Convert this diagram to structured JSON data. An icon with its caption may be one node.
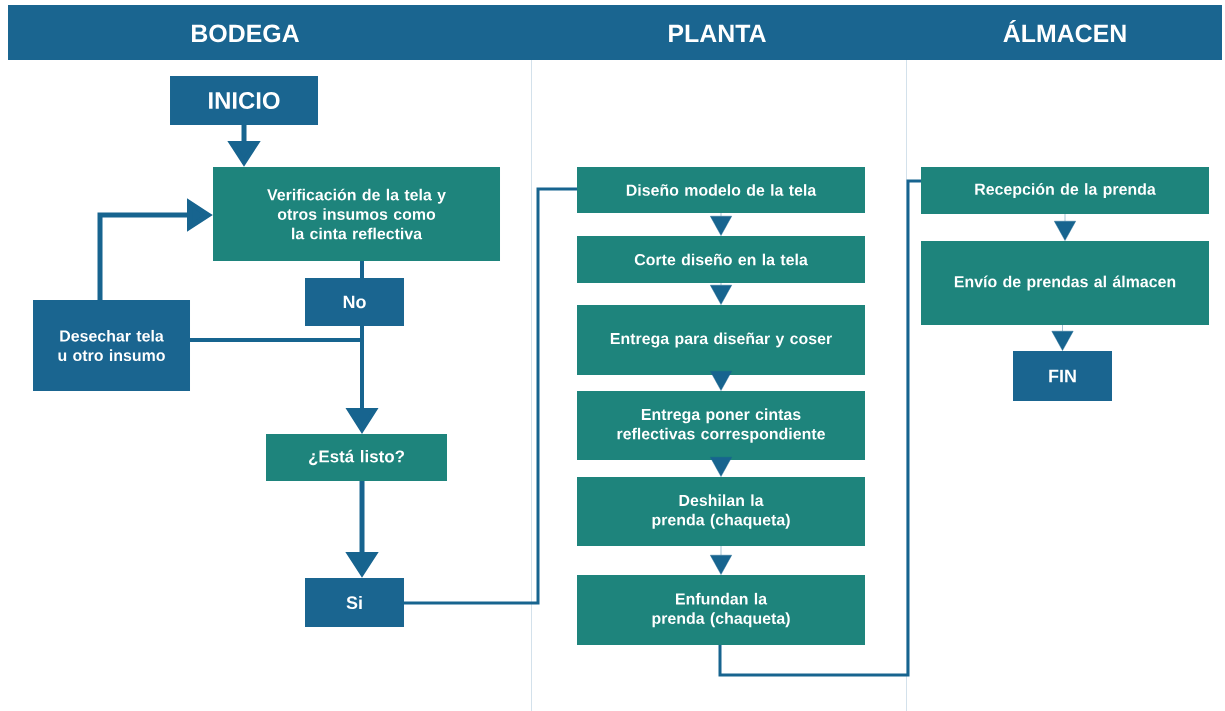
{
  "diagram": {
    "nodes": [
      {
        "text": [
          "BODEGA"
        ]
      },
      {
        "text": [
          "PLANTA"
        ]
      },
      {
        "text": [
          "ÁLMACEN"
        ]
      },
      {
        "text": [
          "INICIO"
        ],
        "in": 0
      },
      {
        "text": [
          "Verificación de la tela y otros insumos como la cinta reflectiva"
        ],
        "in": 0
      },
      {
        "text": [
          "No"
        ],
        "in": 0
      },
      {
        "text": [
          "Desechar tela u otro insumo"
        ],
        "in": 0
      },
      {
        "text": [
          "¿Está listo?"
        ],
        "in": 0
      },
      {
        "text": [
          "Si"
        ],
        "in": 0
      },
      {
        "text": [
          "Diseño modelo de la tela"
        ],
        "in": 1
      },
      {
        "text": [
          "Corte diseño en la tela"
        ],
        "in": 1
      },
      {
        "text": [
          "Entrega para diseñar y coser"
        ],
        "in": 1
      },
      {
        "text": [
          "Entrega poner cintas reflectivas correspondiente"
        ],
        "in": 1
      },
      {
        "text": [
          "Deshilan la prenda (chaqueta)"
        ],
        "in": 1
      },
      {
        "text": [
          "Enfundan la prenda (chaqueta)"
        ],
        "in": 1
      },
      {
        "text": [
          "Recepción de la prenda"
        ],
        "in": 2
      },
      {
        "text": [
          "Envío de prendas al álmacen"
        ],
        "in": 2
      },
      {
        "text": [
          "FIN"
        ],
        "in": 2
      }
    ],
    "edges": [
      {
        "from": 3,
        "to": 4,
        "arrow": "to"
      },
      {
        "from": 4,
        "to": 5,
        "arrow": "none"
      },
      {
        "from": 5,
        "to": 7,
        "arrow": "to"
      },
      {
        "from": 5,
        "to": 6,
        "arrow": "none"
      },
      {
        "from": 6,
        "to": 4,
        "arrow": "to"
      },
      {
        "from": 7,
        "to": 8,
        "arrow": "to"
      },
      {
        "from": 8,
        "to": 9,
        "arrow": "none"
      },
      {
        "from": 9,
        "to": 10,
        "arrow": "to"
      },
      {
        "from": 10,
        "to": 11,
        "arrow": "to"
      },
      {
        "from": 11,
        "to": 12,
        "arrow": "to"
      },
      {
        "from": 12,
        "to": 13,
        "arrow": "to"
      },
      {
        "from": 13,
        "to": 14,
        "arrow": "to"
      },
      {
        "from": 14,
        "to": 15,
        "arrow": "none"
      },
      {
        "from": 15,
        "to": 16,
        "arrow": "to"
      },
      {
        "from": 16,
        "to": 17,
        "arrow": "to"
      }
    ]
  }
}
